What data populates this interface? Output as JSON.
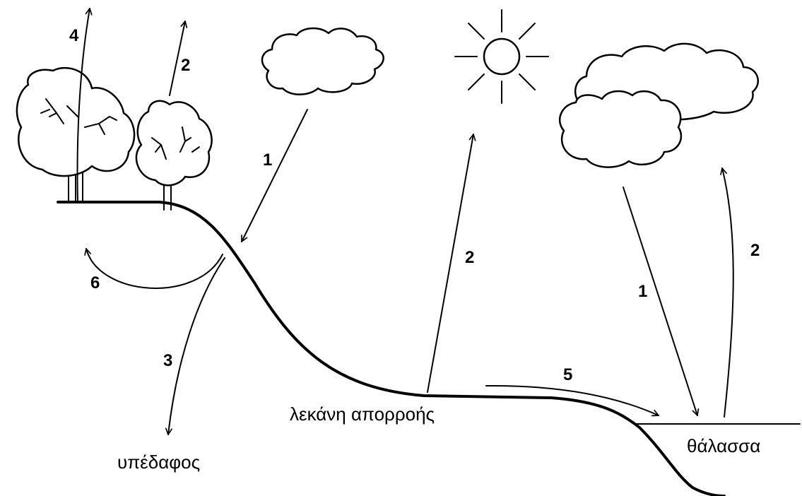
{
  "labels": {
    "subsoil": "υπέδαφος",
    "drainage_basin": "λεκάνη απορροής",
    "sea": "θάλασσα"
  },
  "arrows": {
    "trees_transpiration": "4",
    "small_tree_transpiration": "2",
    "rain_on_hill": "1",
    "soil_return": "6",
    "infiltration": "3",
    "basin_evaporation": "2",
    "runoff_to_sea": "5",
    "rain_on_sea": "1",
    "sea_evaporation": "2"
  },
  "colors": {
    "ink": "#000000",
    "background": "#ffffff"
  }
}
